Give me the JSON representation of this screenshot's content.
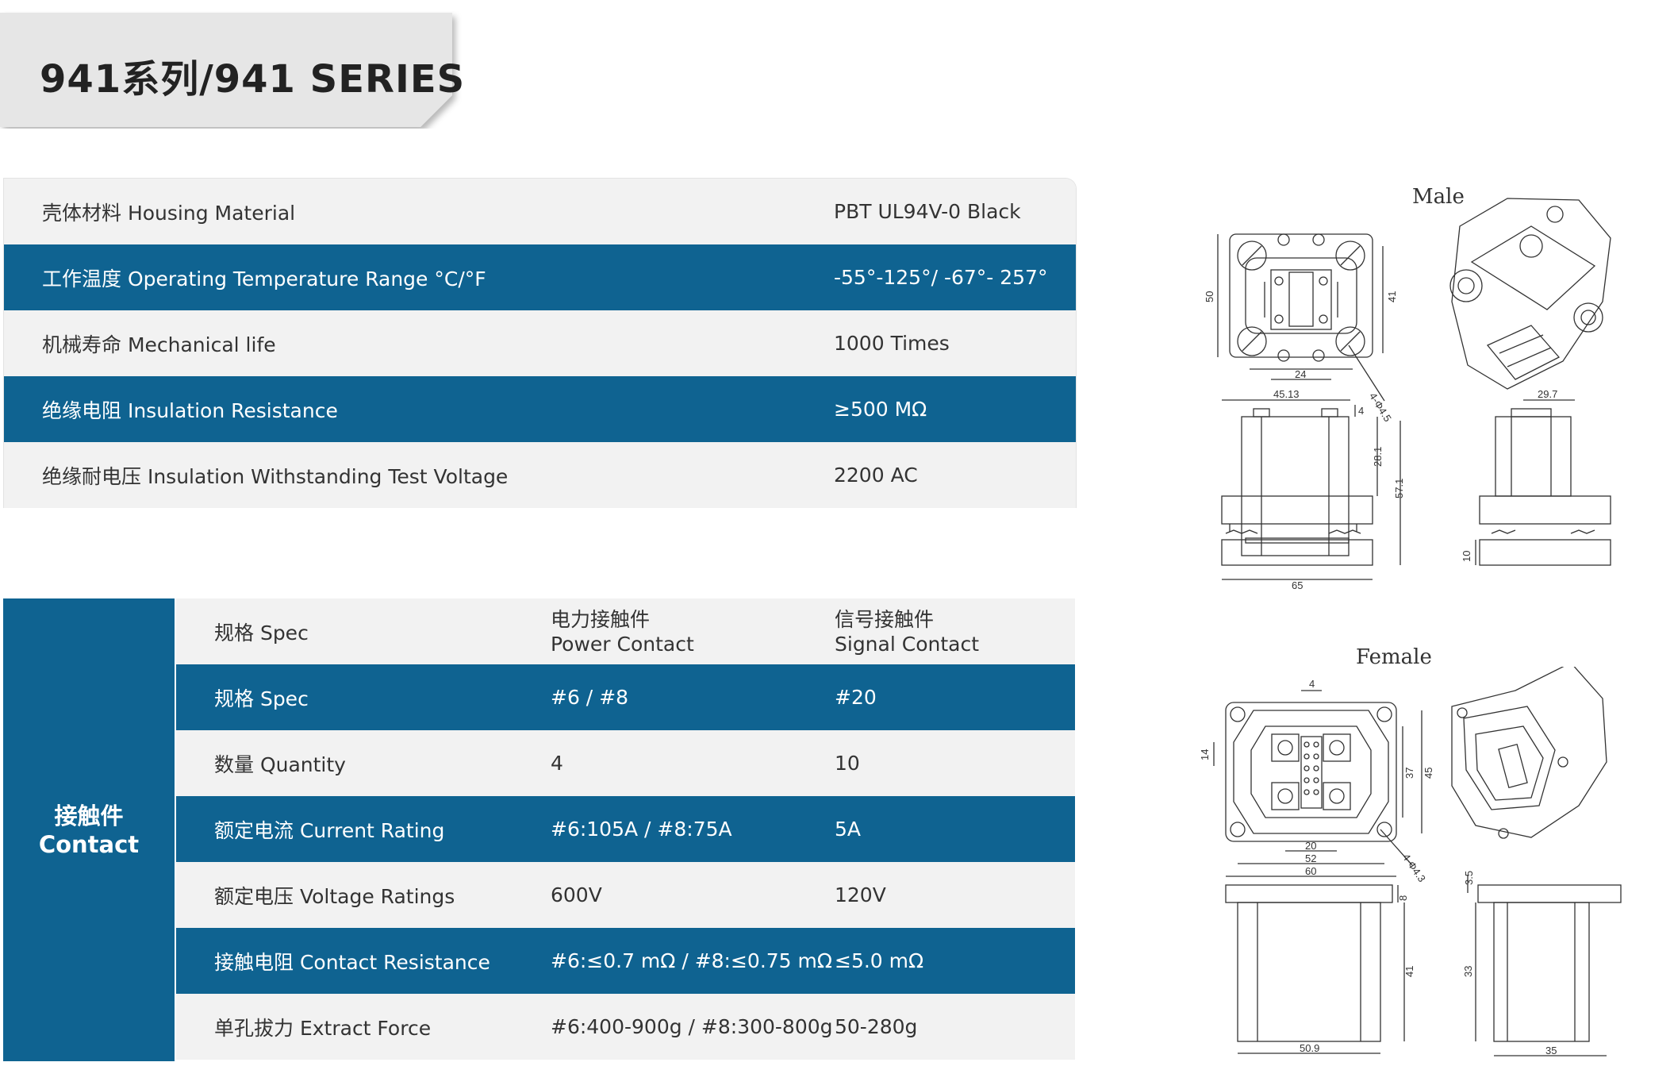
{
  "header": {
    "title": "941系列/941 SERIES"
  },
  "general_specs": [
    {
      "label": "壳体材料 Housing Material",
      "value": "PBT UL94V-0 Black"
    },
    {
      "label": "工作温度 Operating Temperature Range °C/°F",
      "value": "-55°-125°/ -67°- 257°"
    },
    {
      "label": "机械寿命 Mechanical life",
      "value": "1000 Times"
    },
    {
      "label": "绝缘电阻 Insulation Resistance",
      "value": "≥500 MΩ"
    },
    {
      "label": "绝缘耐电压 Insulation Withstanding Test Voltage",
      "value": "2200 AC"
    }
  ],
  "contact": {
    "side_label_cn": "接触件",
    "side_label_en": "Contact",
    "header": {
      "col1": "规格 Spec",
      "col2_cn": "电力接触件",
      "col2_en": "Power Contact",
      "col3_cn": "信号接触件",
      "col3_en": "Signal Contact"
    },
    "rows": [
      {
        "label": "规格 Spec",
        "power": "#6 / #8",
        "signal": "#20"
      },
      {
        "label": "数量 Quantity",
        "power": "4",
        "signal": "10"
      },
      {
        "label": "额定电流 Current Rating",
        "power": "#6:105A / #8:75A",
        "signal": "5A"
      },
      {
        "label": "额定电压 Voltage Ratings",
        "power": "600V",
        "signal": "120V"
      },
      {
        "label": "接触电阻 Contact Resistance",
        "power": "#6:≤0.7 mΩ / #8:≤0.75 mΩ",
        "signal": "≤5.0 mΩ"
      },
      {
        "label": "单孔拔力 Extract Force",
        "power": "#6:400-900g / #8:300-800g",
        "signal": "50-280g"
      }
    ]
  },
  "drawings": {
    "male_label": "Male",
    "female_label": "Female",
    "male_dims": {
      "d50": "50",
      "d41": "41",
      "d24": "24",
      "d4phi": "4-Φ4.5",
      "d4513": "45.13",
      "d4": "4",
      "d281": "28.1",
      "d571": "57.1",
      "d65": "65",
      "d297": "29.7",
      "d10": "10"
    },
    "female_dims": {
      "d4": "4",
      "d14": "14",
      "d37": "37",
      "d45": "45",
      "d20": "20",
      "d52": "52",
      "d60": "60",
      "d4phi": "4-Φ4.3",
      "d35a": "3.5",
      "d8": "8",
      "d41": "41",
      "d33": "33",
      "d509": "50.9",
      "d35": "35"
    }
  }
}
